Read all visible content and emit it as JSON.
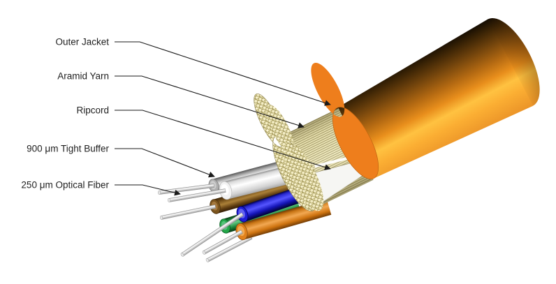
{
  "figure": {
    "type": "cutaway-diagram",
    "subject": "Fiber optic cable construction diagram",
    "background": "#ffffff",
    "labels": [
      {
        "id": "outer-jacket",
        "text": "Outer Jacket"
      },
      {
        "id": "aramid-yarn",
        "text": "Aramid Yarn"
      },
      {
        "id": "ripcord",
        "text": "Ripcord"
      },
      {
        "id": "tight-buffer",
        "text": "900 μm Tight Buffer"
      },
      {
        "id": "optical-fiber",
        "text": "250 μm Optical Fiber"
      }
    ],
    "fiber_count": 6,
    "colors": {
      "jacket_orange": "#ef8c1e",
      "jacket_highlight": "#ffc241",
      "jacket_shadow": "#3a2305",
      "cut_ring": "#ee7e1c",
      "aramid_yarn": "#ece5b6",
      "yarn_speckle_dark": "#a89d60",
      "ripcord_white": "#f6f6f3",
      "bare_fiber_silver": "#d8d8d8",
      "leader_line": "#1a1a1a",
      "buffers": [
        {
          "name": "slate",
          "color": "#b0b0b0"
        },
        {
          "name": "white",
          "color": "#f2f2f2"
        },
        {
          "name": "brown",
          "color": "#7b541d"
        },
        {
          "name": "blue",
          "color": "#1d1dd6"
        },
        {
          "name": "green",
          "color": "#23a648"
        },
        {
          "name": "orange",
          "color": "#e0811b"
        }
      ]
    }
  }
}
